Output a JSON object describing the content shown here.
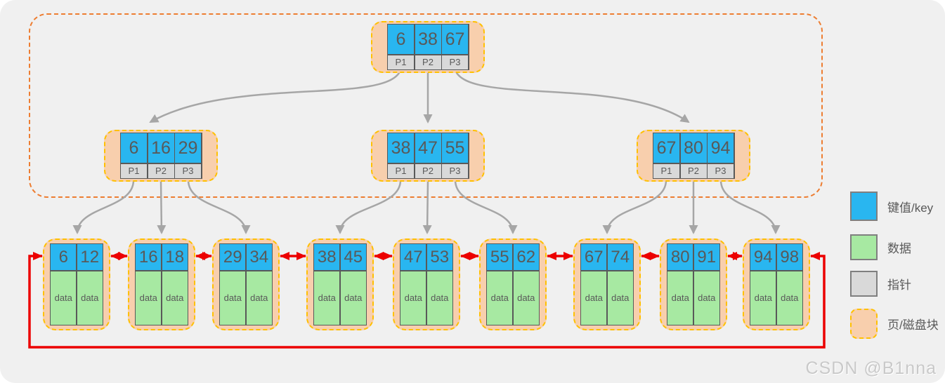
{
  "tree": {
    "root": {
      "keys": [
        "6",
        "38",
        "67"
      ],
      "pointers": [
        "P1",
        "P2",
        "P3"
      ]
    },
    "internal_nodes": [
      {
        "keys": [
          "6",
          "16",
          "29"
        ],
        "pointers": [
          "P1",
          "P2",
          "P3"
        ]
      },
      {
        "keys": [
          "38",
          "47",
          "55"
        ],
        "pointers": [
          "P1",
          "P2",
          "P3"
        ]
      },
      {
        "keys": [
          "67",
          "80",
          "94"
        ],
        "pointers": [
          "P1",
          "P2",
          "P3"
        ]
      }
    ],
    "leaf_nodes": [
      {
        "keys": [
          "6",
          "12"
        ],
        "data": [
          "data",
          "data"
        ]
      },
      {
        "keys": [
          "16",
          "18"
        ],
        "data": [
          "data",
          "data"
        ]
      },
      {
        "keys": [
          "29",
          "34"
        ],
        "data": [
          "data",
          "data"
        ]
      },
      {
        "keys": [
          "38",
          "45"
        ],
        "data": [
          "data",
          "data"
        ]
      },
      {
        "keys": [
          "47",
          "53"
        ],
        "data": [
          "data",
          "data"
        ]
      },
      {
        "keys": [
          "55",
          "62"
        ],
        "data": [
          "data",
          "data"
        ]
      },
      {
        "keys": [
          "67",
          "74"
        ],
        "data": [
          "data",
          "data"
        ]
      },
      {
        "keys": [
          "80",
          "91"
        ],
        "data": [
          "data",
          "data"
        ]
      },
      {
        "keys": [
          "94",
          "98"
        ],
        "data": [
          "data",
          "data"
        ]
      }
    ]
  },
  "legend": {
    "items": [
      {
        "label": "键值/key",
        "color": "#29B6F0"
      },
      {
        "label": "数据",
        "color": "#A7E9A2"
      },
      {
        "label": "指针",
        "color": "#D9D9D9"
      },
      {
        "label": "页/磁盘块",
        "color": "#F8CFAD"
      }
    ]
  },
  "watermark": "CSDN @B1nna",
  "colors": {
    "background": "#F0F0F0",
    "key_fill": "#29B6F0",
    "data_fill": "#A7E9A2",
    "pointer_fill": "#D9D9D9",
    "page_fill": "#F8CFAD",
    "page_border": "#FFC000",
    "outer_border": "#ED7D31",
    "leaf_link_red": "#EC0000",
    "tree_edge_gray": "#A6A6A6",
    "cell_border": "#595959",
    "text": "#595959"
  }
}
